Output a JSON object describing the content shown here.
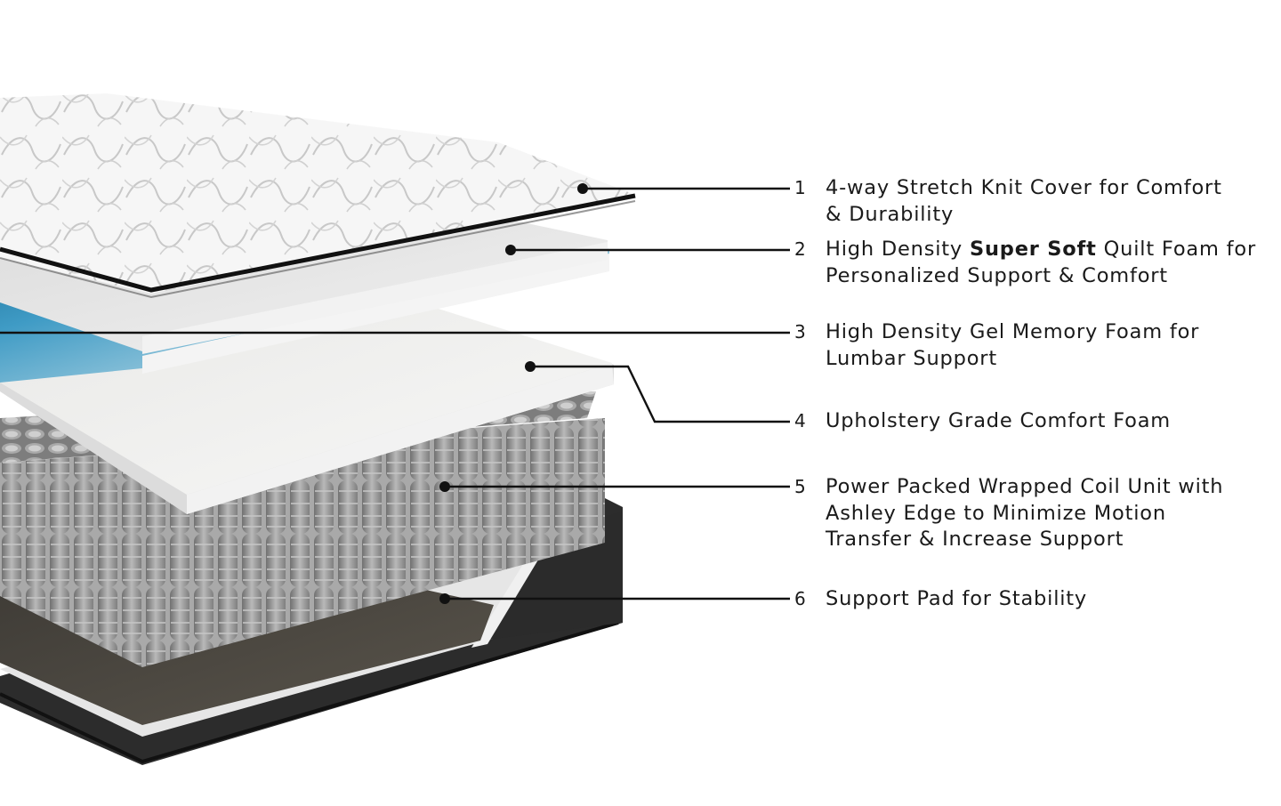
{
  "callouts": [
    {
      "number": "1",
      "lines": [
        "4-way Stretch Knit Cover for Comfort",
        "& Durability"
      ]
    },
    {
      "number": "2",
      "before": "High Density ",
      "bold": "Super Soft",
      "after": " Quilt Foam for",
      "line2": "Personalized Support & Comfort"
    },
    {
      "number": "3",
      "lines": [
        "High Density Gel Memory Foam for",
        "Lumbar Support"
      ]
    },
    {
      "number": "4",
      "lines": [
        "Upholstery Grade Comfort Foam"
      ]
    },
    {
      "number": "5",
      "lines": [
        "Power Packed Wrapped Coil Unit with",
        "Ashley Edge to Minimize Motion",
        "Transfer & Increase Support"
      ]
    },
    {
      "number": "6",
      "lines": [
        "Support Pad for Stability"
      ]
    }
  ],
  "colors": {
    "leader_line": "#111111",
    "cover": "#f4f4f4",
    "foam": "#ececec",
    "gel": "#3a8fb8",
    "coil": "#9a9a9a",
    "support_pad": "#4a4640",
    "base_side": "#2f2f2f"
  }
}
